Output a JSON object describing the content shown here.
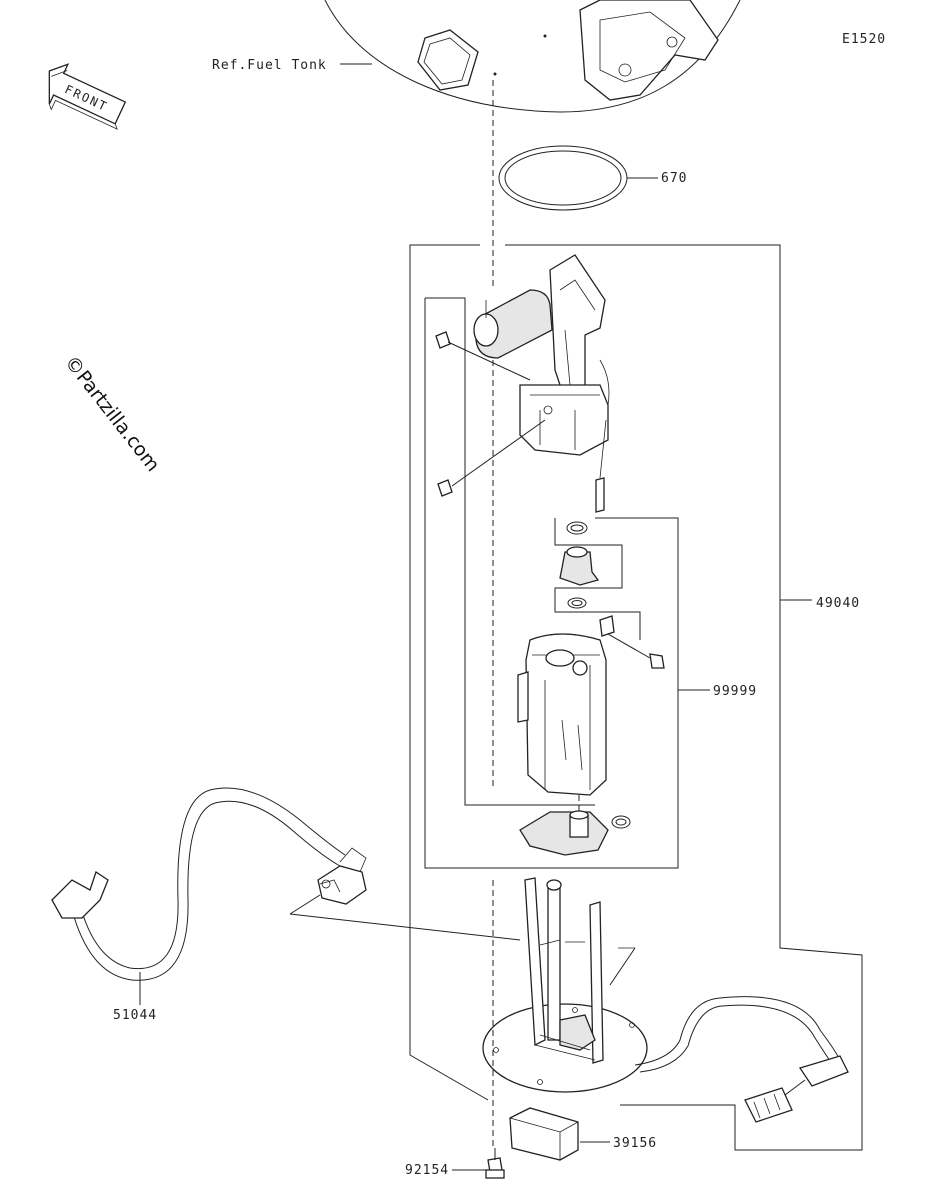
{
  "diagram_code": "E1520",
  "front_label": "FRONT",
  "watermark": "©Partzilla.com",
  "callouts": {
    "fuel_tank_ref": "Ref.Fuel Tonk",
    "gasket": "670",
    "pump_assembly": "49040",
    "pump_subassembly": "99999",
    "fuel_hose": "51044",
    "bolt": "92154",
    "damper": "39156"
  }
}
